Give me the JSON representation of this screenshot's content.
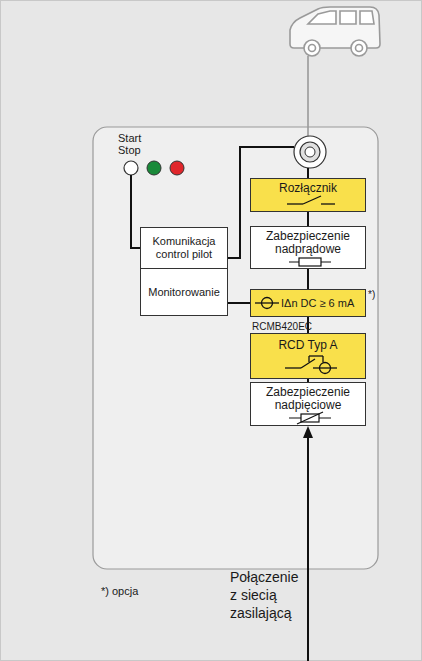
{
  "diagram": {
    "nodes": [
      {
        "text": [
          "Rozłącznik"
        ]
      },
      {
        "text": [
          "Zabezpieczenie nadprądowe"
        ]
      },
      {
        "text": [
          "IΔn DC ≥ 6 mA"
        ]
      },
      {
        "text": [
          "RCD Typ A"
        ]
      },
      {
        "text": [
          "Zabezpieczenie nadpięciowe"
        ]
      },
      {
        "text": [
          "Komunikacja control pilot"
        ]
      },
      {
        "text": [
          "Monitorowanie"
        ]
      }
    ],
    "edges": [
      {
        "from": 0,
        "to": 1,
        "arrow": "none"
      },
      {
        "from": 1,
        "to": 2,
        "arrow": "none"
      },
      {
        "from": 2,
        "to": 3,
        "arrow": "none"
      },
      {
        "from": 3,
        "to": 4,
        "arrow": "none"
      },
      {
        "from": 6,
        "to": 2,
        "arrow": "none"
      }
    ],
    "labels": [
      "Start",
      "Stop",
      "*)",
      "RCMB420EC",
      "*) opcja",
      "Połączenie z siecią zasilającą"
    ]
  }
}
